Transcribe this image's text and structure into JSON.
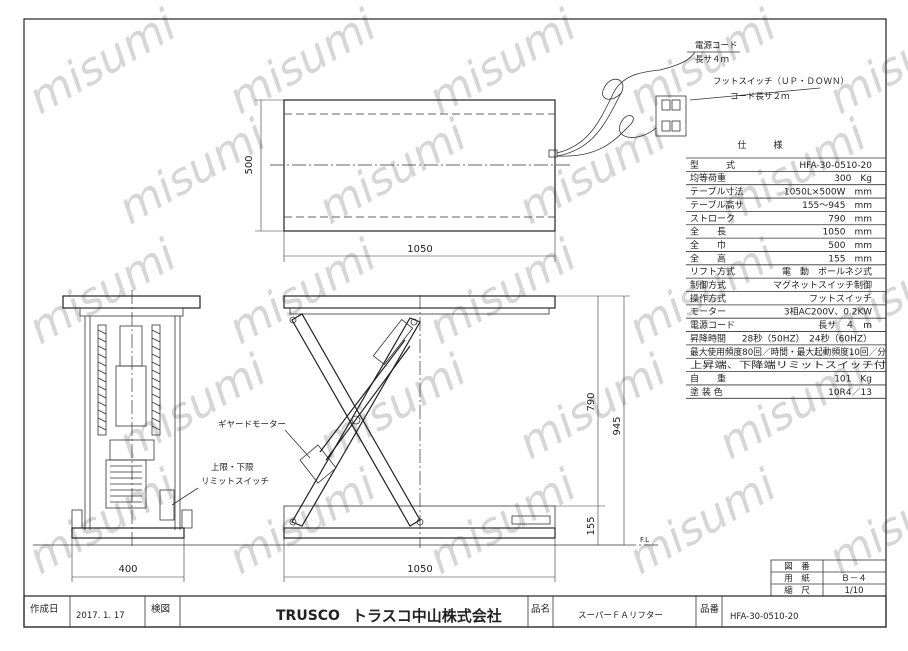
{
  "watermark": "misumi",
  "dimensions": {
    "plan_height": "500",
    "plan_width": "1050",
    "side_width": "1050",
    "front_width": "400",
    "stroke": "790",
    "max_height": "945",
    "min_height": "155",
    "floor_line": "F.L"
  },
  "callouts": {
    "power_cord": "電源コード",
    "power_cord_length": "長サ４ｍ",
    "foot_switch": "フットスイッチ（ＵＰ・ＤＯＷＮ）",
    "foot_switch_cord": "コード長サ２ｍ",
    "geared_motor": "ギヤードモーター",
    "limit_switch_1": "上限・下限",
    "limit_switch_2": "リミットスイッチ"
  },
  "spec_table": {
    "title": "仕　　　様",
    "rows": [
      {
        "label": "型　　　式",
        "value": "HFA-30-0510-20"
      },
      {
        "label": "均等荷重",
        "value": "300　Kg"
      },
      {
        "label": "テーブル寸法",
        "value": "1050L×500W　mm"
      },
      {
        "label": "テーブル高サ",
        "value": "155～945　mm"
      },
      {
        "label": "ストローク",
        "value": "790　mm"
      },
      {
        "label": "全　　長",
        "value": "1050　mm"
      },
      {
        "label": "全　　巾",
        "value": "500　mm"
      },
      {
        "label": "全　　高",
        "value": "155　mm"
      },
      {
        "label": "リフト方式",
        "value": "電　動　ボールネジ式"
      },
      {
        "label": "制御方式",
        "value": "マグネットスイッチ制御"
      },
      {
        "label": "操作方式",
        "value": "フットスイッチ"
      },
      {
        "label": "モーター",
        "value": "3相AC200V、0.2KW"
      },
      {
        "label": "電源コード",
        "value": "長サ　４　m"
      },
      {
        "label": "昇降時間",
        "value": "28秒（50HZ）　24秒（60HZ）"
      },
      {
        "label": "",
        "value": "最大使用頻度80回／時間・最大起動頻度10回／分"
      },
      {
        "label": "",
        "value": "上昇端、下降端リミットスイッチ付"
      },
      {
        "label": "自　　重",
        "value": "101　Kg"
      },
      {
        "label": "塗 装 色",
        "value": "10R4／13"
      }
    ]
  },
  "drawing_info": {
    "drawing_no_label": "図　番",
    "usage_label": "用　紙",
    "usage_value": "Ｂ－４",
    "scale_label": "縮　尺",
    "scale_value": "1/10"
  },
  "title_block": {
    "date_label": "作成日",
    "date_value": "2017. 1. 17",
    "check_label": "検図",
    "brand": "TRUSCO",
    "company": "トラスコ中山株式会社",
    "product_name_label": "品名",
    "product_name": "スーパーＦＡリフター",
    "product_no_label": "品番",
    "product_no": "HFA-30-0510-20"
  }
}
